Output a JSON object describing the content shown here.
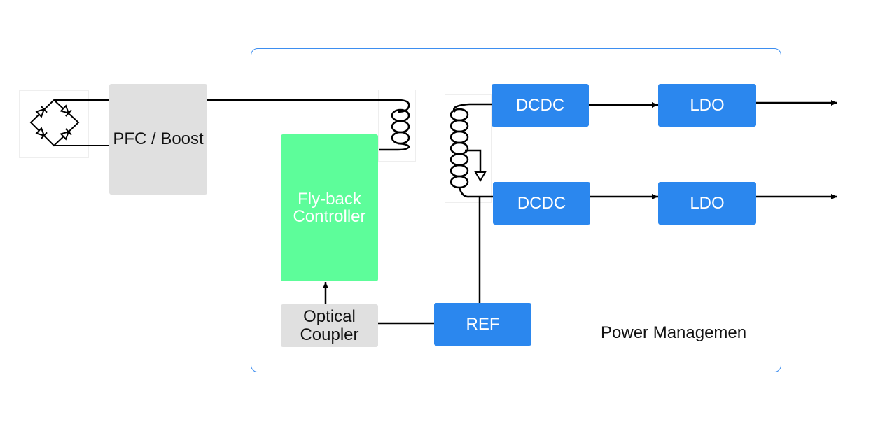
{
  "blocks": {
    "pfc": "PFC / Boost",
    "flyback": "Fly-back\nController",
    "optical": "Optical\nCoupler",
    "ref": "REF",
    "dcdc_top": "DCDC",
    "ldo_top": "LDO",
    "dcdc_bottom": "DCDC",
    "ldo_bottom": "LDO"
  },
  "frame_label": "Power Managemen",
  "colors": {
    "blue_block": "#2b87ee",
    "green_block": "#5dfd9a",
    "gray_block": "#e0e0e0",
    "frame_border": "#3d8ef0",
    "wire": "#000000"
  },
  "icons": [
    "diode-bridge-icon",
    "inductor-icon",
    "transformer-icon",
    "ground-arrow-icon"
  ]
}
